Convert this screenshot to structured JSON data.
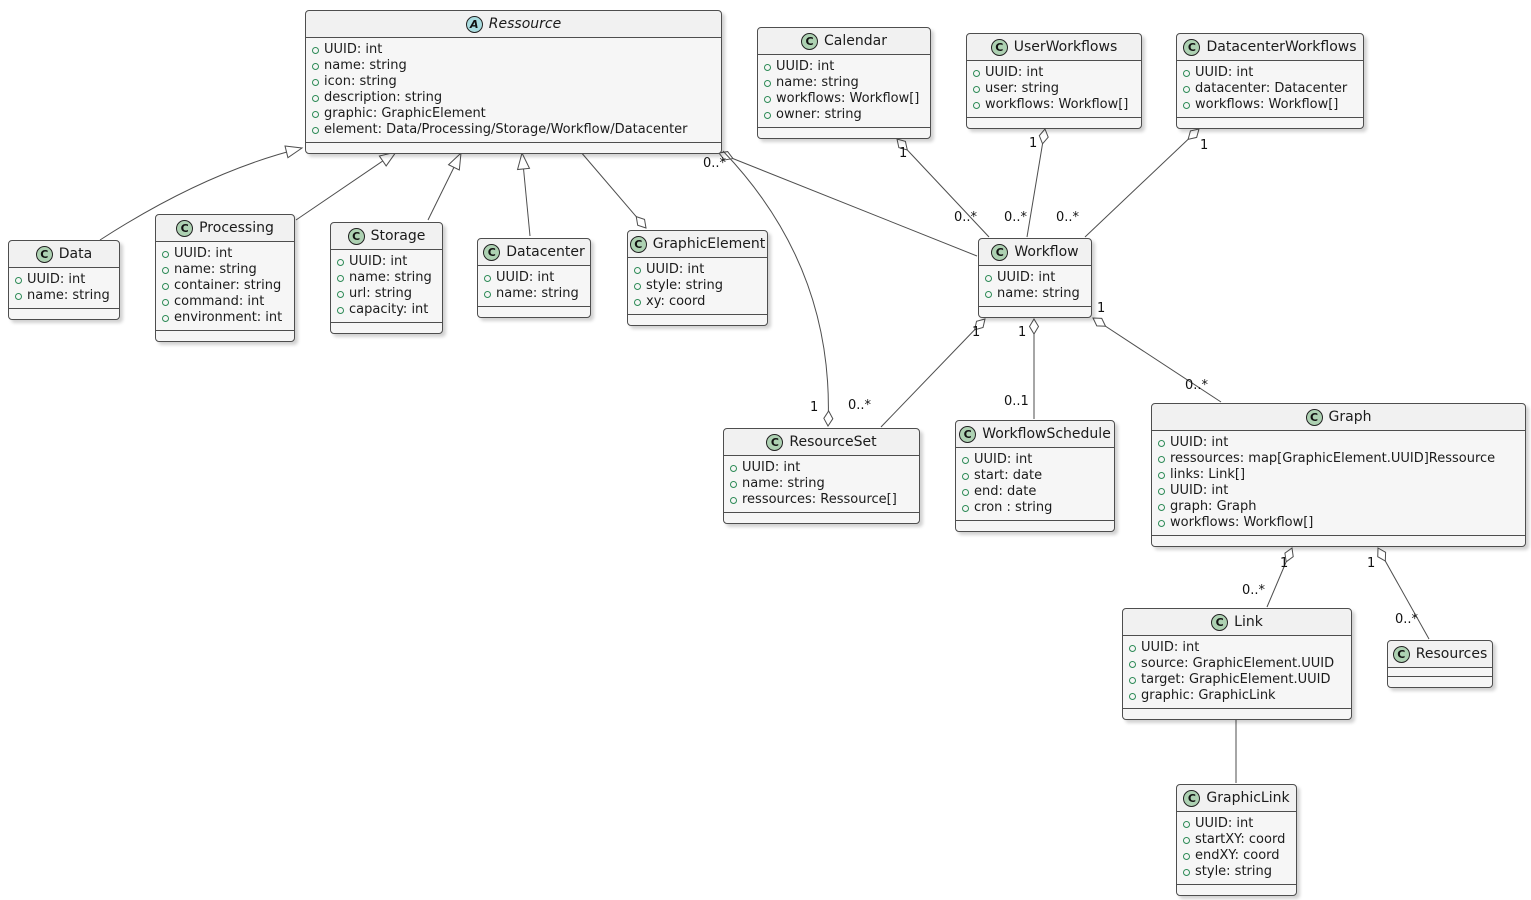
{
  "diagram": {
    "kind": "uml-class-diagram",
    "colors": {
      "background": "#ffffff",
      "class_fill": "#f1f1f1",
      "class_border": "#4e4e4e",
      "class_icon_fill": "#ADD1B2",
      "abstract_icon_fill": "#A9DCDF",
      "attribute_dot": "#2e8b57",
      "edge_line": "#4e4e4e"
    }
  },
  "classes": {
    "ressource": {
      "icon": "A",
      "kind": "abstract",
      "name": "Ressource",
      "attributes": [
        "UUID: int",
        "name: string",
        "icon: string",
        "description: string",
        "graphic: GraphicElement",
        "element: Data/Processing/Storage/Workflow/Datacenter"
      ]
    },
    "calendar": {
      "icon": "C",
      "kind": "class",
      "name": "Calendar",
      "attributes": [
        "UUID: int",
        "name: string",
        "workflows: Workflow[]",
        "owner: string"
      ]
    },
    "userWorkflows": {
      "icon": "C",
      "kind": "class",
      "name": "UserWorkflows",
      "attributes": [
        "UUID: int",
        "user: string",
        "workflows: Workflow[]"
      ]
    },
    "datacenterWorkflows": {
      "icon": "C",
      "kind": "class",
      "name": "DatacenterWorkflows",
      "attributes": [
        "UUID: int",
        "datacenter: Datacenter",
        "workflows: Workflow[]"
      ]
    },
    "data": {
      "icon": "C",
      "kind": "class",
      "name": "Data",
      "attributes": [
        "UUID: int",
        "name: string"
      ]
    },
    "processing": {
      "icon": "C",
      "kind": "class",
      "name": "Processing",
      "attributes": [
        "UUID: int",
        "name: string",
        "container: string",
        "command: int",
        "environment: int"
      ]
    },
    "storage": {
      "icon": "C",
      "kind": "class",
      "name": "Storage",
      "attributes": [
        "UUID: int",
        "name: string",
        "url: string",
        "capacity: int"
      ]
    },
    "datacenter": {
      "icon": "C",
      "kind": "class",
      "name": "Datacenter",
      "attributes": [
        "UUID: int",
        "name: string"
      ]
    },
    "graphicElement": {
      "icon": "C",
      "kind": "class",
      "name": "GraphicElement",
      "attributes": [
        "UUID: int",
        "style: string",
        "xy: coord"
      ]
    },
    "workflow": {
      "icon": "C",
      "kind": "class",
      "name": "Workflow",
      "attributes": [
        "UUID: int",
        "name: string"
      ]
    },
    "resourceSet": {
      "icon": "C",
      "kind": "class",
      "name": "ResourceSet",
      "attributes": [
        "UUID: int",
        "name: string",
        "ressources: Ressource[]"
      ]
    },
    "workflowSchedule": {
      "icon": "C",
      "kind": "class",
      "name": "WorkflowSchedule",
      "attributes": [
        "UUID: int",
        "start: date",
        "end: date",
        "cron : string"
      ]
    },
    "graph": {
      "icon": "C",
      "kind": "class",
      "name": "Graph",
      "attributes": [
        "UUID: int",
        "ressources: map[GraphicElement.UUID]Ressource",
        "links: Link[]",
        "UUID: int",
        "graph: Graph",
        "workflows: Workflow[]"
      ]
    },
    "link": {
      "icon": "C",
      "kind": "class",
      "name": "Link",
      "attributes": [
        "UUID: int",
        "source: GraphicElement.UUID",
        "target: GraphicElement.UUID",
        "graphic: GraphicLink"
      ]
    },
    "resources": {
      "icon": "C",
      "kind": "class",
      "name": "Resources",
      "attributes": []
    },
    "graphicLink": {
      "icon": "C",
      "kind": "class",
      "name": "GraphicLink",
      "attributes": [
        "UUID: int",
        "startXY: coord",
        "endXY: coord",
        "style: string"
      ]
    }
  },
  "multiplicities": {
    "ressource_workflow": {
      "ressource_end": "0..*"
    },
    "ressource_resourceSet": {
      "resourceSet_end": "1"
    },
    "calendar_workflow": {
      "calendar_end": "1",
      "workflow_end": "0..*"
    },
    "userWorkflows_workflow": {
      "userWorkflows_end": "1",
      "workflow_end": "0..*"
    },
    "datacenterWorkflows_workflow": {
      "datacenterWorkflows_end": "1",
      "workflow_end": "0..*"
    },
    "workflow_resourceSet": {
      "workflow_end": "1",
      "resourceSet_end": "0..*"
    },
    "workflow_workflowSchedule": {
      "workflow_end": "1",
      "workflowSchedule_end": "0..1"
    },
    "workflow_graph": {
      "workflow_end": "1",
      "graph_end": "0..*"
    },
    "graph_link": {
      "graph_end": "1",
      "link_end": "0..*"
    },
    "graph_resources": {
      "graph_end": "1",
      "resources_end": "0..*"
    }
  }
}
